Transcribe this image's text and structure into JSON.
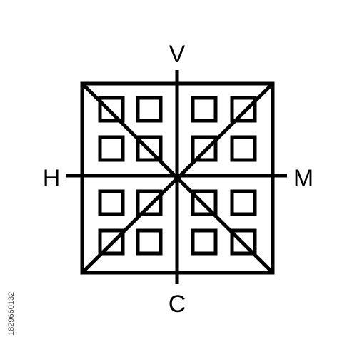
{
  "labels": {
    "top": "V",
    "left": "H",
    "right": "M",
    "bottom": "C"
  },
  "image_id": "1829660132",
  "colors": {
    "stroke": "#000000",
    "background": "#ffffff"
  }
}
